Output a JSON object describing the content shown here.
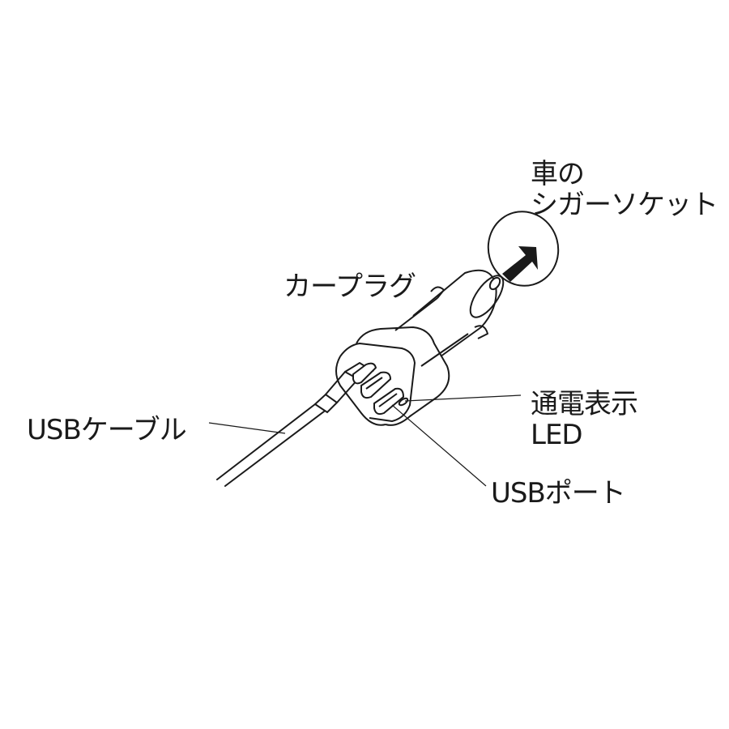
{
  "labels": {
    "socket_line1": "車の",
    "socket_line2": "シガーソケット",
    "car_plug": "カープラグ",
    "led_line1": "通電表示",
    "led_line2": "LED",
    "usb_cable": "USBケーブル",
    "usb_port": "USBポート"
  },
  "colors": {
    "ink": "#1a1a1a",
    "background": "#ffffff"
  }
}
